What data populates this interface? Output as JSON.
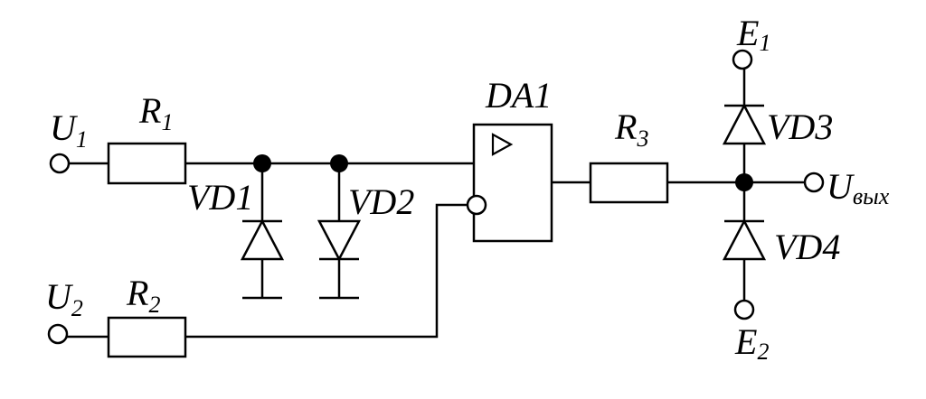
{
  "inputs": {
    "u1": {
      "main": "U",
      "sub": "1"
    },
    "u2": {
      "main": "U",
      "sub": "2"
    }
  },
  "resistors": {
    "r1": {
      "main": "R",
      "sub": "1"
    },
    "r2": {
      "main": "R",
      "sub": "2"
    },
    "r3": {
      "main": "R",
      "sub": "3"
    }
  },
  "diodes": {
    "vd1": "VD1",
    "vd2": "VD2",
    "vd3": "VD3",
    "vd4": "VD4"
  },
  "opamp": {
    "label": "DA1"
  },
  "supplies": {
    "e1": {
      "main": "E",
      "sub": "1"
    },
    "e2": {
      "main": "E",
      "sub": "2"
    }
  },
  "output": {
    "main": "U",
    "sub": "вых"
  }
}
